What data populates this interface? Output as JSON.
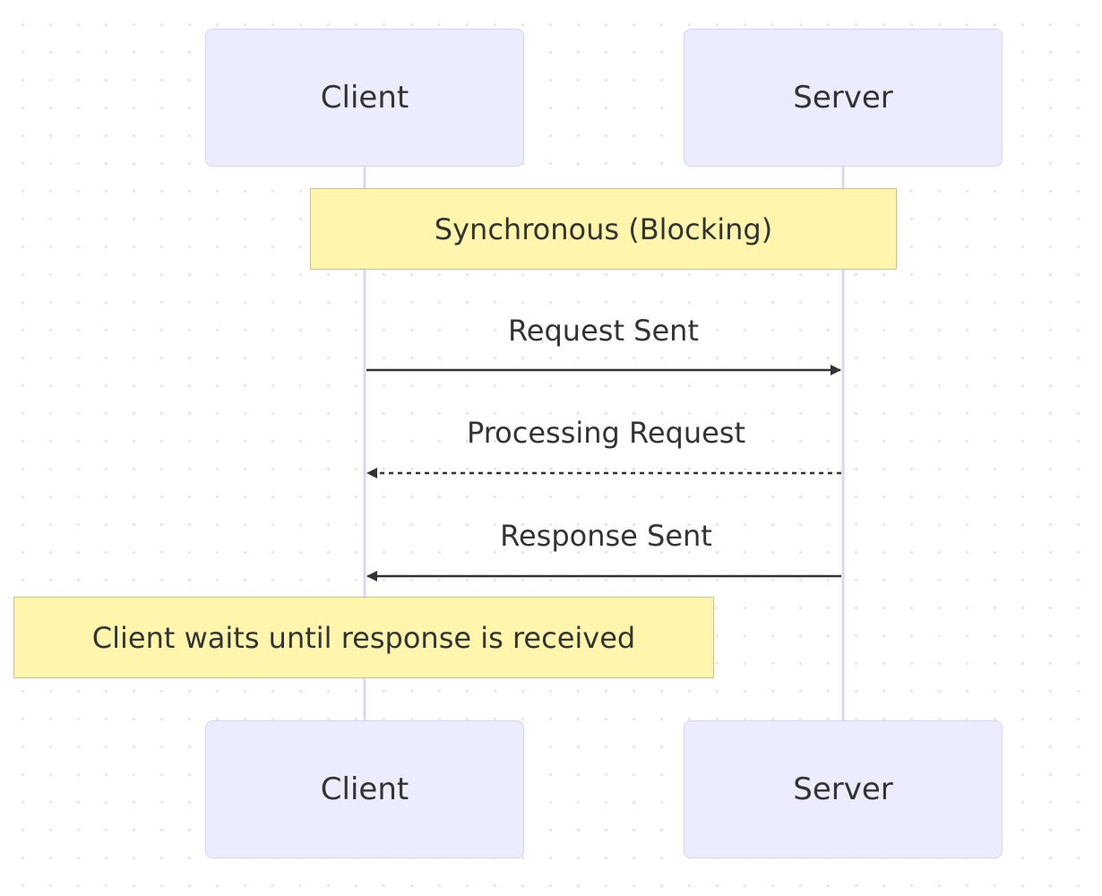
{
  "participants": {
    "client_top": "Client",
    "server_top": "Server",
    "client_bottom": "Client",
    "server_bottom": "Server"
  },
  "notes": {
    "sync_note": "Synchronous (Blocking)",
    "wait_note": "Client waits until response is received"
  },
  "messages": [
    {
      "label": "Request Sent",
      "from": "Client",
      "to": "Server",
      "style": "solid"
    },
    {
      "label": "Processing Request",
      "from": "Server",
      "to": "Client",
      "style": "dashed"
    },
    {
      "label": "Response Sent",
      "from": "Server",
      "to": "Client",
      "style": "solid"
    }
  ],
  "colors": {
    "participant_fill": "#ececff",
    "participant_border": "#d4d4f5",
    "lifeline": "#d8d8f0",
    "note_fill": "#fff5ad",
    "note_border": "#c9c18f",
    "arrow": "#333333"
  }
}
